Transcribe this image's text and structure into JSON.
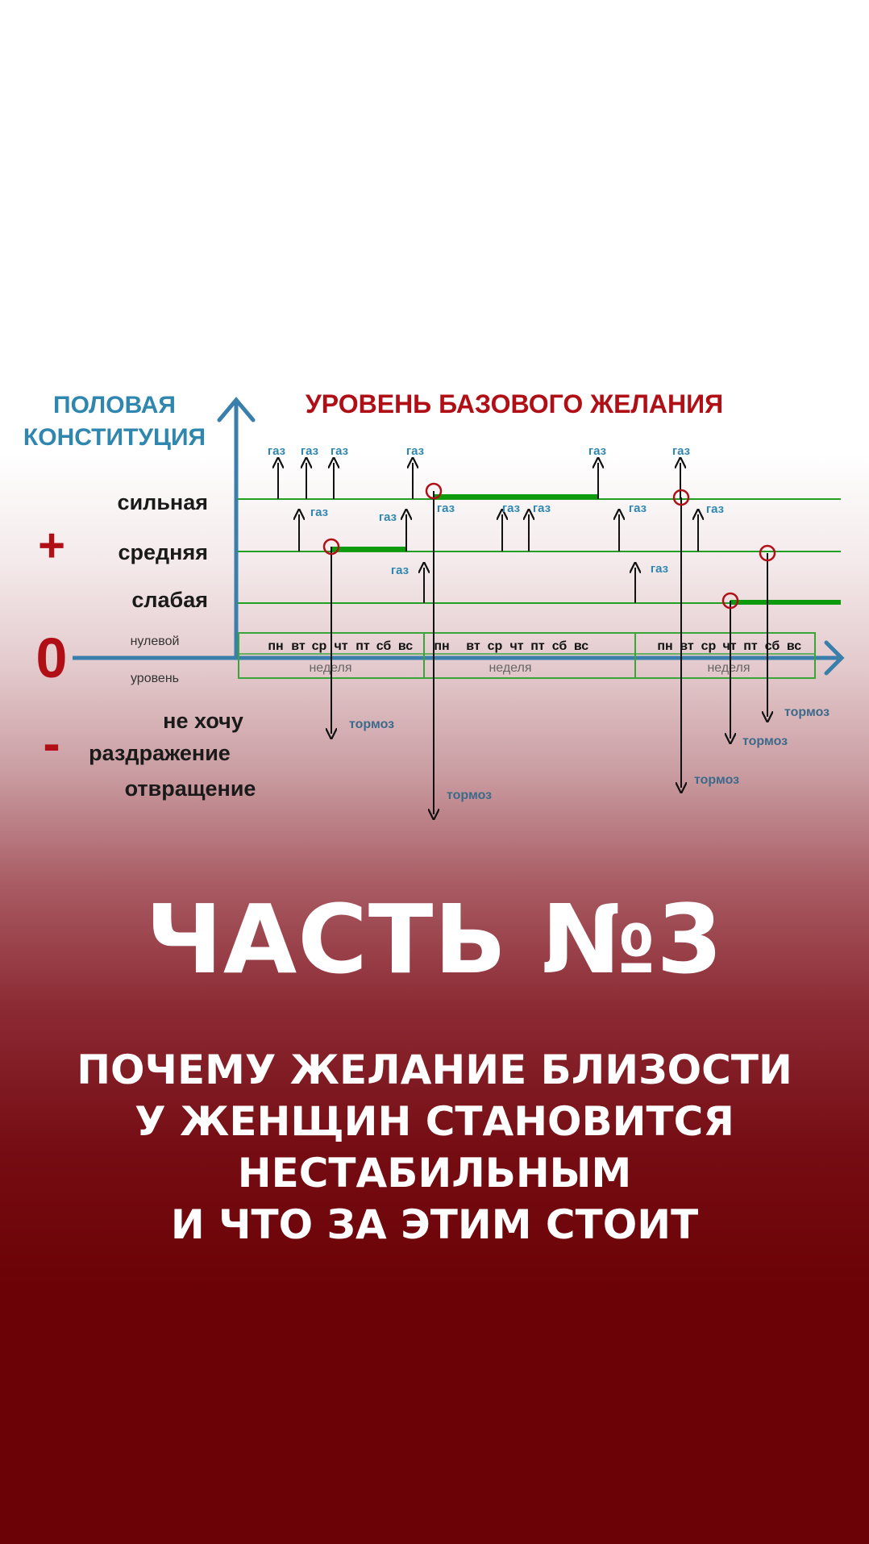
{
  "diagram": {
    "left_axis_title": [
      "ПОЛОВАЯ",
      "КОНСТИТУЦИЯ"
    ],
    "title": "УРОВЕНЬ БАЗОВОГО ЖЕЛАНИЯ",
    "levels": {
      "strong": "сильная",
      "medium": "средняя",
      "weak": "слабая"
    },
    "zero_level": [
      "нулевой",
      "уровень"
    ],
    "zero_symbol": "0",
    "plus_symbol": "+",
    "minus_symbol": "-",
    "negative_levels": [
      "не хочу",
      "раздражение",
      "отвращение"
    ],
    "gas_label": "газ",
    "brake_label": "тормоз",
    "weeks": [
      {
        "days": [
          "пн",
          "вт",
          "ср",
          "чт",
          "пт",
          "сб",
          "вс"
        ],
        "label": "неделя"
      },
      {
        "days": [
          "пн",
          "вт",
          "ср",
          "чт",
          "пт",
          "сб",
          "вс"
        ],
        "label": "неделя"
      },
      {
        "days": [
          "пн",
          "вт",
          "ср",
          "чт",
          "пт",
          "сб",
          "вс"
        ],
        "label": "неделя"
      }
    ],
    "colors": {
      "axis": "#3a7fab",
      "level_line": "#22a022",
      "highlight": "#0d9b0d",
      "marker": "#b00f16"
    }
  },
  "part_title": "ЧАСТЬ №3",
  "subtitle_lines": [
    "ПОЧЕМУ ЖЕЛАНИЕ БЛИЗОСТИ",
    "У ЖЕНЩИН СТАНОВИТСЯ",
    "НЕСТАБИЛЬНЫМ",
    "И ЧТО ЗА ЭТИМ СТОИТ"
  ]
}
